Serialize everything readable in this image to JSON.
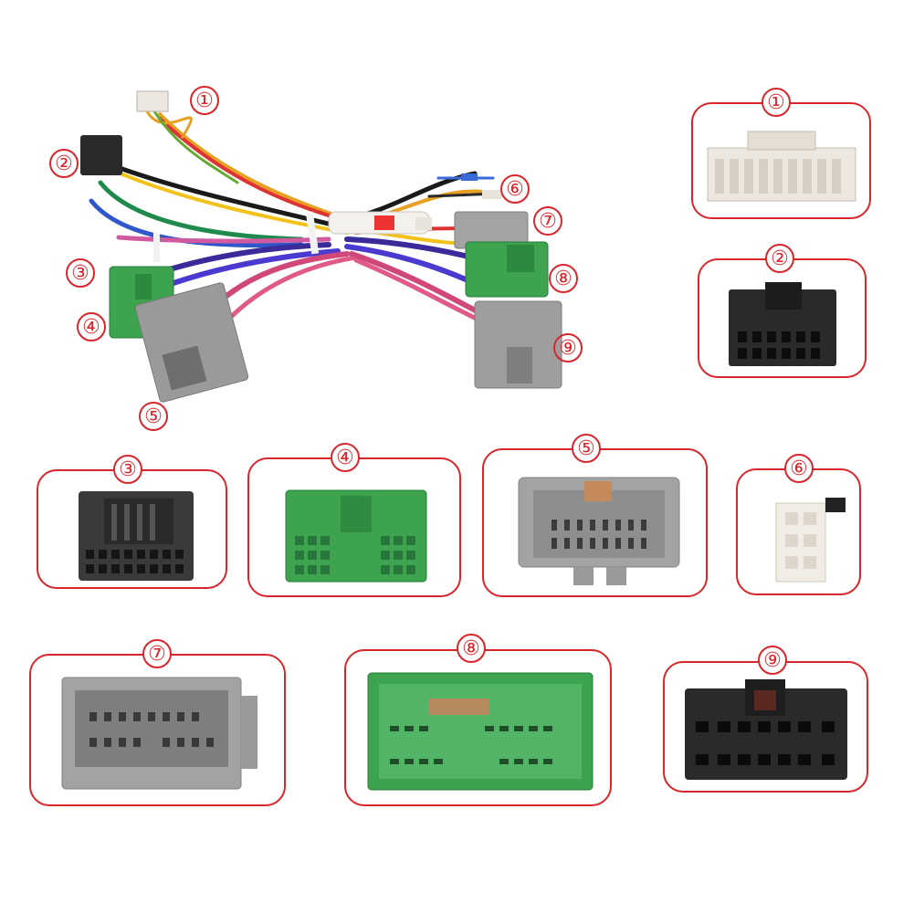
{
  "labels": {
    "harness": [
      "①",
      "②",
      "③",
      "④",
      "⑤",
      "⑥",
      "⑦",
      "⑧",
      "⑨"
    ],
    "boxes": [
      "①",
      "②",
      "③",
      "④",
      "⑤",
      "⑥",
      "⑦",
      "⑧",
      "⑨"
    ]
  },
  "colors": {
    "frame": "#d8262b",
    "grey_connector": "#9a9a9a",
    "green_connector": "#3da34f",
    "black_connector": "#2a2a2a",
    "white_connector": "#ece7df"
  }
}
